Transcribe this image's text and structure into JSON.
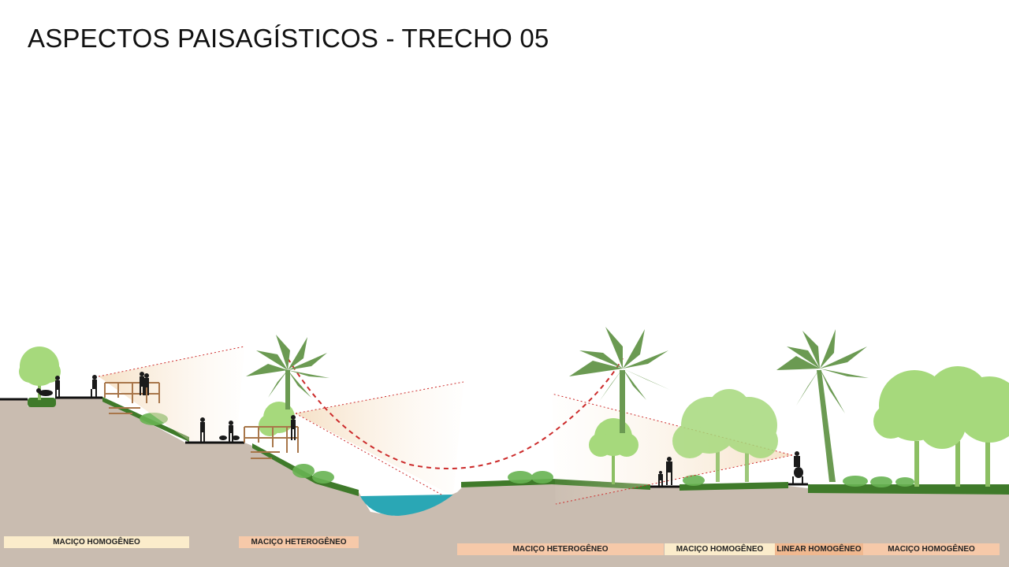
{
  "title": "ASPECTOS PAISAGÍSTICOS - TRECHO 05",
  "colors": {
    "ground": "#c9bcb0",
    "grass": "#3f7a2a",
    "water": "#2aa7b5",
    "tree_light": "#a6d97c",
    "palm": "#6b9a52",
    "sightline": "#cc2b2b",
    "label_homogeneo": "#fbeccb",
    "label_heterogeneo": "#f6c9a9",
    "label_linear": "#f0b88f"
  },
  "labels": [
    {
      "text": "MACIÇO HOMOGÊNEO",
      "type": "homogeneo"
    },
    {
      "text": "MACIÇO HETEROGÊNEO",
      "type": "heterogeneo"
    },
    {
      "text": "MACIÇO HETEROGÊNEO",
      "type": "heterogeneo"
    },
    {
      "text": "MACIÇO HOMOGÊNEO",
      "type": "homogeneo"
    },
    {
      "text": "LINEAR HOMOGÊNEO",
      "type": "linear"
    },
    {
      "text": "MACIÇO HOMOGÊNEO",
      "type": "heterogeneo"
    }
  ]
}
